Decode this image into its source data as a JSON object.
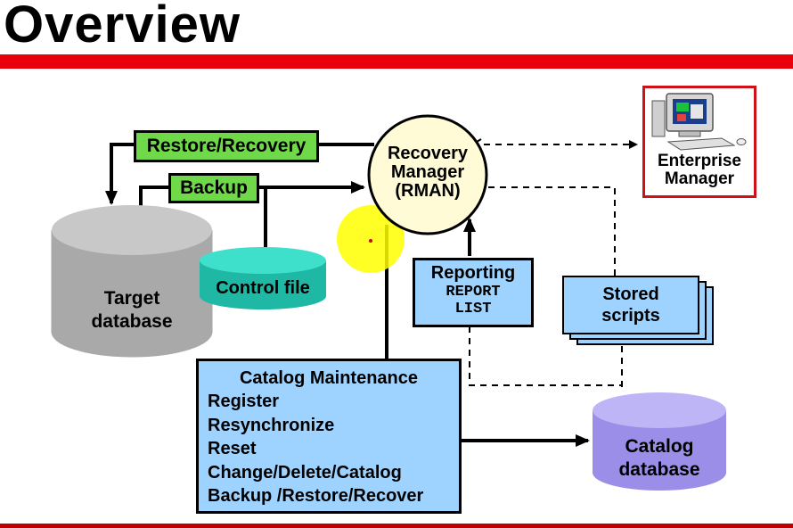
{
  "title": "Overview",
  "rman": {
    "line1": "Recovery",
    "line2": "Manager",
    "line3": "(RMAN)"
  },
  "labels": {
    "restore_recovery": "Restore/Recovery",
    "backup": "Backup",
    "control_file": "Control file",
    "target_db_line1": "Target",
    "target_db_line2": "database",
    "reporting": "Reporting",
    "report": "REPORT",
    "list": "LIST",
    "stored_line1": "Stored",
    "stored_line2": "scripts",
    "em_line1": "Enterprise",
    "em_line2": "Manager",
    "catalog_db_line1": "Catalog",
    "catalog_db_line2": "database"
  },
  "catalog_maintenance": {
    "heading": "Catalog Maintenance",
    "items": [
      "Register",
      "Resynchronize",
      "Reset",
      "Change/Delete/Catalog",
      "Backup /Restore/Recover"
    ]
  },
  "colors": {
    "accent_red": "#e8000b",
    "green": "#6fd94a",
    "blue": "#9fd3ff",
    "teal": "#22c8b4",
    "gray_db": "#b4b4b4",
    "purple_db": "#a79cf2",
    "rman_fill": "#fffbd6",
    "highlight": "#ffff00"
  },
  "icons": {
    "computer": "computer-icon"
  }
}
